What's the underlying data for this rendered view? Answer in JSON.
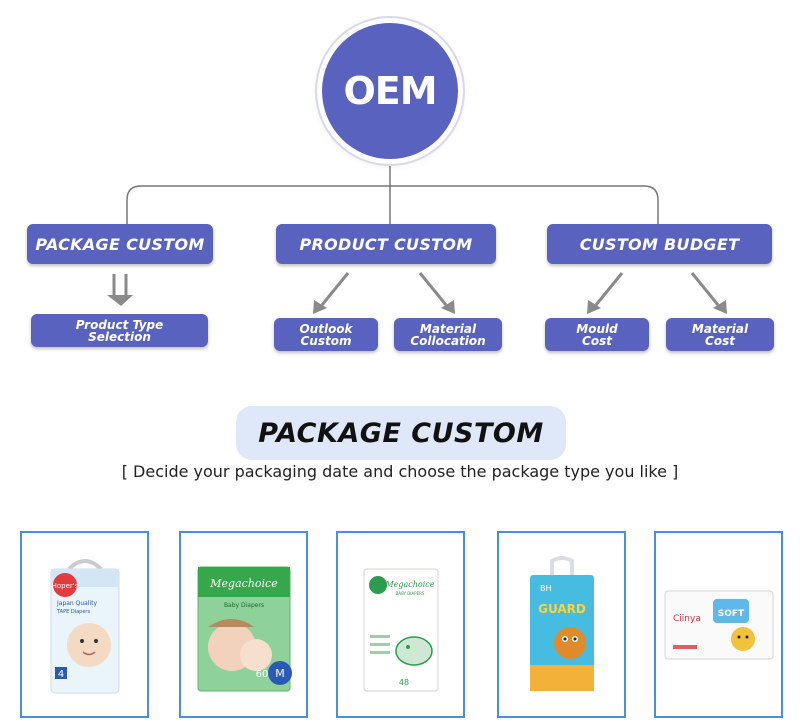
{
  "root": {
    "label": "OEM"
  },
  "categories": [
    {
      "label": "PACKAGE CUSTOM",
      "children": [
        "Product Type\nSelection"
      ]
    },
    {
      "label": "PRODUCT CUSTOM",
      "children": [
        "Outlook\nCustom",
        "Material\nCollocation"
      ]
    },
    {
      "label": "CUSTOM BUDGET",
      "children": [
        "Mould\nCost",
        "Material\nCost"
      ]
    }
  ],
  "section": {
    "title": "PACKAGE CUSTOM",
    "subtitle": "[ Decide your packaging date and choose the package type you like ]"
  },
  "colors": {
    "primary": "#5a62bf",
    "card_border": "#4a8ee0",
    "connector": "#888888",
    "section_bg": "#dfe8f8"
  },
  "packages": [
    {
      "brand_mark": "Hoper's",
      "line1": "Japan Quality",
      "line2": "TAPE Diapers",
      "size": "4"
    },
    {
      "brand_mark": "Megachoice",
      "line1": "Baby Diapers",
      "size": "M",
      "count": "60"
    },
    {
      "brand_mark": "Megachoice",
      "line1": "BABY DIAPERS",
      "count": "48"
    },
    {
      "brand_mark": "GUARD",
      "line1": "BH"
    },
    {
      "brand_mark": "SOFT",
      "line1": "Ciinya"
    }
  ]
}
